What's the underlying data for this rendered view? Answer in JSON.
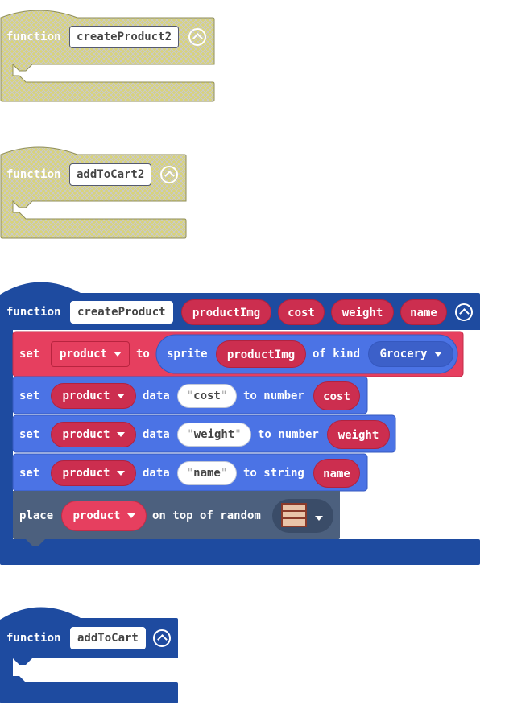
{
  "keywords": {
    "function": "function",
    "set": "set",
    "to": "to",
    "sprite": "sprite",
    "of_kind": "of kind",
    "data": "data",
    "to_number": "to number",
    "to_string": "to string",
    "place": "place",
    "on_top_of_random": "on top of random"
  },
  "functions": [
    {
      "name": "createProduct2",
      "state": "disabled"
    },
    {
      "name": "addToCart2",
      "state": "disabled"
    },
    {
      "name": "createProduct",
      "state": "enabled",
      "params": [
        "productImg",
        "cost",
        "weight",
        "name"
      ]
    },
    {
      "name": "addToCart",
      "state": "enabled"
    }
  ],
  "create_product_body": {
    "set_sprite": {
      "variable": "product",
      "image_param": "productImg",
      "kind": "Grocery"
    },
    "set_cost": {
      "variable": "product",
      "key": "cost",
      "value": "cost"
    },
    "set_weight": {
      "variable": "product",
      "key": "weight",
      "value": "weight"
    },
    "set_name": {
      "variable": "product",
      "key": "name",
      "value": "name"
    },
    "place": {
      "variable": "product",
      "tile_icon": "brick-tile-icon"
    }
  },
  "colors": {
    "function_blue": "#1e4ba0",
    "disabled_yellow": "#d8d37a",
    "sprite_red": "#e63f5f",
    "sprite_blue": "#4b73e5",
    "scene_slate": "#4c607e",
    "variable_red": "#cc2e4f"
  }
}
